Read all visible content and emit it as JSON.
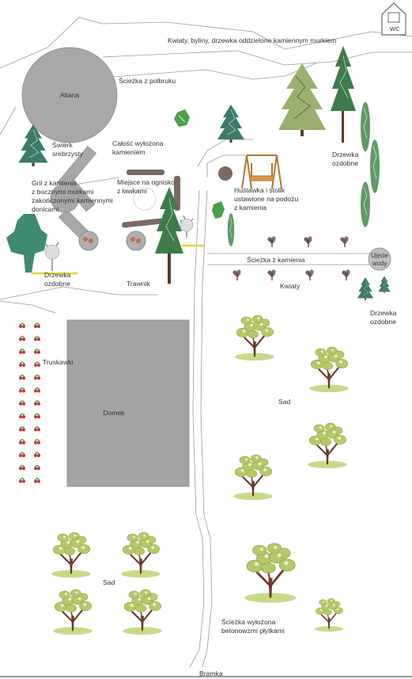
{
  "labels": {
    "kwiaty_top": "Kwiaty, byliny, drzewka oddzielone kamiennym murkiem",
    "wc": "WC",
    "sciezka_polbruk": "Ścieżka z polbruku",
    "altana": "Altana",
    "swierk_1": "Świerk",
    "swierk_2": "srebrzysty",
    "calosc_1": "Całość wyłożona",
    "calosc_2": "kamieniem",
    "drzewka_r_1": "Drzewka",
    "drzewka_r_2": "ozdobne",
    "grill_1": "Gril z kamienia",
    "grill_2": "z bocznymi murkami",
    "grill_3": "zakończonymi kamiennymi",
    "grill_4": "donicami",
    "ognisko_1": "Miejsce na ognisko",
    "ognisko_2": "z ławkami",
    "hustawka_1": "Huśtawka i stolik",
    "hustawka_2": "ustawione na podożu",
    "hustawka_3": "z kamienia",
    "drzewka_l_1": "Drzewka",
    "drzewka_l_2": "ozdobne",
    "trawnik": "Trawnik",
    "sciezka_kamienia": "Ścieżka z kamienia",
    "ujecie_1": "Ujęcie",
    "ujecie_2": "wody",
    "kwiaty": "Kwiaty",
    "drzewka_br_1": "Drzewka",
    "drzewka_br_2": "ozdobne",
    "truskawki": "Truskawki",
    "sad_right": "Sad",
    "domek": "Domek",
    "sad_left": "Sad",
    "sciezka_beton_1": "Ścieżka wyłożona",
    "sciezka_beton_2": "betonowzmi płytkami",
    "bramka": "Bramka"
  },
  "colors": {
    "building": "#a3a3a3",
    "altana": "#a8a8a8",
    "bench": "#7a6a62",
    "spruce": "#3d7a6a",
    "tree_green": "#3f8a72",
    "fruit_foliage": "#b7c86a",
    "fruit_trunk": "#6a3a2a",
    "accent_yellow": "#e3d63a",
    "path": "#9a9a9a"
  }
}
